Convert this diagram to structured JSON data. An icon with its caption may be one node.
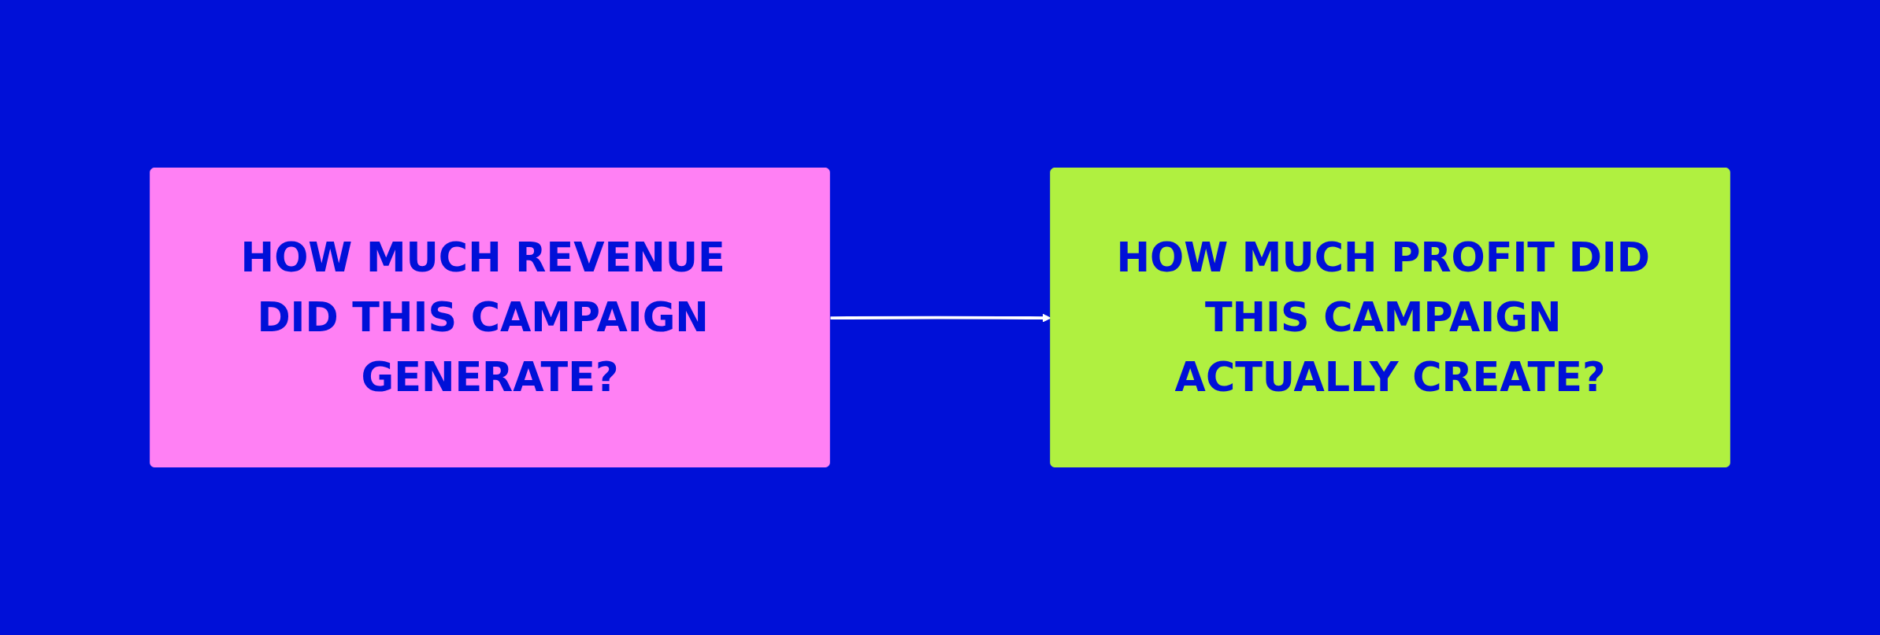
{
  "diagram": {
    "nodes": [
      {
        "text": [
          "HOW MUCH REVENUE DID THIS CAMPAIGN GENERATE?"
        ]
      },
      {
        "text": [
          "HOW MUCH PROFIT DID THIS CAMPAIGN ACTUALLY CREATE?"
        ]
      }
    ],
    "edges": [
      {
        "from": 0,
        "to": 1,
        "arrow": "to"
      }
    ]
  }
}
